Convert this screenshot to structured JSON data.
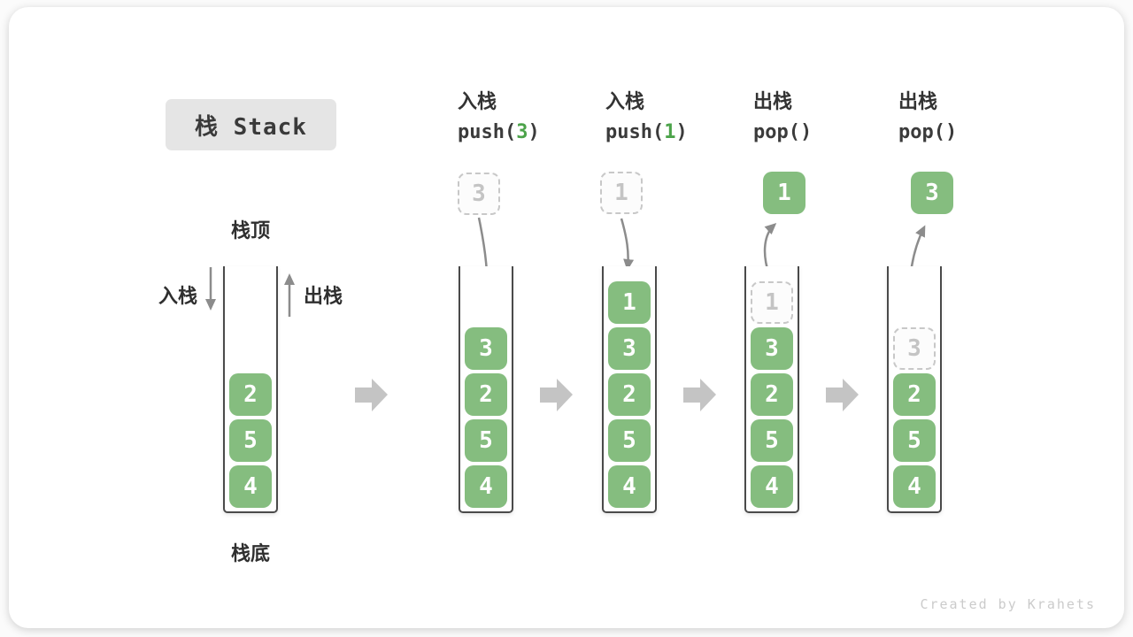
{
  "title": "栈 Stack",
  "watermark": "Created by Krahets",
  "labels": {
    "stack_top": "栈顶",
    "stack_bottom": "栈底",
    "push_side": "入栈",
    "pop_side": "出栈"
  },
  "operations": [
    {
      "action": "入栈",
      "code_pre": "push(",
      "arg": "3",
      "code_post": ")"
    },
    {
      "action": "入栈",
      "code_pre": "push(",
      "arg": "1",
      "code_post": ")"
    },
    {
      "action": "出栈",
      "code_pre": "pop(",
      "arg": "",
      "code_post": ")"
    },
    {
      "action": "出栈",
      "code_pre": "pop(",
      "arg": "",
      "code_post": ")"
    }
  ],
  "floating_blocks": [
    {
      "value": "3",
      "style": "ghost"
    },
    {
      "value": "1",
      "style": "ghost"
    },
    {
      "value": "1",
      "style": "solid"
    },
    {
      "value": "3",
      "style": "solid"
    }
  ],
  "stacks": [
    {
      "blocks": [
        {
          "value": "2"
        },
        {
          "value": "5"
        },
        {
          "value": "4"
        }
      ]
    },
    {
      "blocks": [
        {
          "value": "3"
        },
        {
          "value": "2"
        },
        {
          "value": "5"
        },
        {
          "value": "4"
        }
      ]
    },
    {
      "blocks": [
        {
          "value": "1"
        },
        {
          "value": "3"
        },
        {
          "value": "2"
        },
        {
          "value": "5"
        },
        {
          "value": "4"
        }
      ]
    },
    {
      "blocks": [
        {
          "value": "1",
          "ghost": true
        },
        {
          "value": "3"
        },
        {
          "value": "2"
        },
        {
          "value": "5"
        },
        {
          "value": "4"
        }
      ]
    },
    {
      "blocks": [
        {
          "value": "3",
          "ghost": true
        },
        {
          "value": "2"
        },
        {
          "value": "5"
        },
        {
          "value": "4"
        }
      ]
    }
  ],
  "colors": {
    "block_green": "#85bd7f",
    "code_green": "#4ca34a",
    "text_dark": "#3a3a3a",
    "thin_arrow_gray": "#8c8c8c",
    "block_arrow_gray": "#c4c4c4",
    "ghost_gray": "#c8c8c8",
    "title_bg": "#e5e5e5",
    "watermark_gray": "#cbcbcb"
  }
}
